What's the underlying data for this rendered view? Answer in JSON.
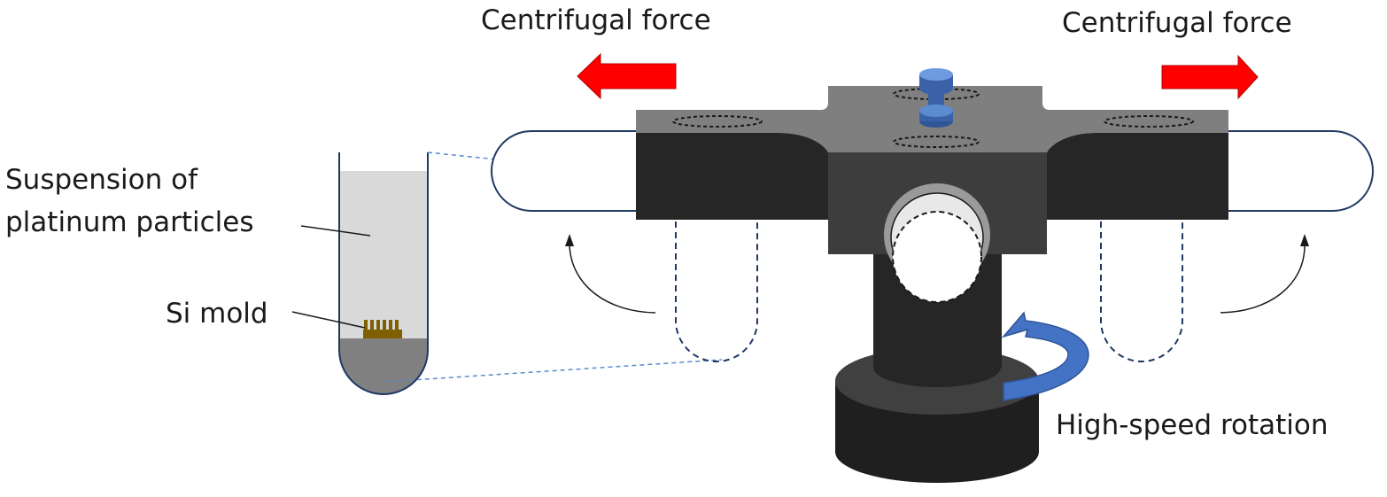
{
  "labels": {
    "force_left": "Centrifugal force",
    "force_right": "Centrifugal force",
    "suspension_line1": "Suspension of",
    "suspension_line2": "platinum particles",
    "si_mold": "Si mold",
    "rotation": "High-speed rotation"
  },
  "colors": {
    "force_arrow": "#ff0000",
    "rotation_arrow": "#4472c4",
    "rotor_top": "#7f7f7f",
    "rotor_body": "#262626",
    "base": "#1f1f1f",
    "suspension": "#d9d9d9",
    "sediment": "#808080",
    "si_mold": "#7f5f00",
    "tube_outline": "#1f3864",
    "knob": "#4472c4"
  }
}
